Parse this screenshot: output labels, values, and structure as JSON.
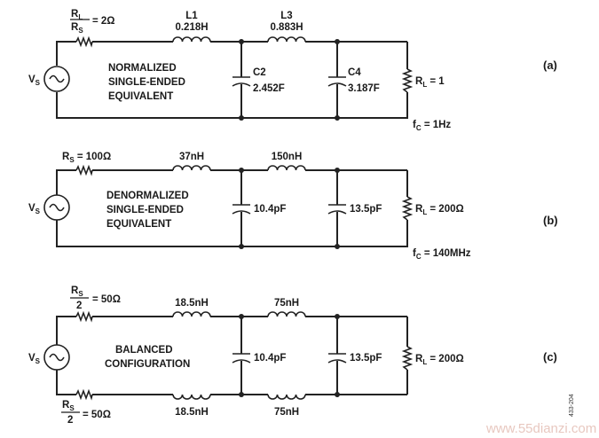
{
  "circuit_a": {
    "source": "V",
    "source_sub": "S",
    "series_r_num": "R",
    "series_r_num_sub": "L",
    "series_r_den": "R",
    "series_r_den_sub": "S",
    "series_r_value": "= 2Ω",
    "l1_name": "L1",
    "l1_value": "0.218H",
    "l3_name": "L3",
    "l3_value": "0.883H",
    "c2_name": "C2",
    "c2_value": "2.452F",
    "c4_name": "C4",
    "c4_value": "3.187F",
    "load_r": "R",
    "load_r_sub": "L",
    "load_value": " = 1",
    "desc_lines": [
      "NORMALIZED",
      "SINGLE-ENDED",
      "EQUIVALENT"
    ],
    "fc": "f",
    "fc_sub": "C",
    "fc_value": " = 1Hz",
    "tag": "(a)"
  },
  "circuit_b": {
    "source": "V",
    "source_sub": "S",
    "series_r": "R",
    "series_r_sub": "S",
    "series_r_value": " = 100Ω",
    "l1_value": "37nH",
    "l3_value": "150nH",
    "c2_value": "10.4pF",
    "c4_value": "13.5pF",
    "load_r": "R",
    "load_r_sub": "L",
    "load_value": " = 200Ω",
    "desc_lines": [
      "DENORMALIZED",
      "SINGLE-ENDED",
      "EQUIVALENT"
    ],
    "fc": "f",
    "fc_sub": "C",
    "fc_value": " = 140MHz",
    "tag": "(b)"
  },
  "circuit_c": {
    "source": "V",
    "source_sub": "S",
    "top_r_num": "R",
    "top_r_num_sub": "S",
    "top_r_den": "2",
    "top_r_value": " = 50Ω",
    "bot_r_num": "R",
    "bot_r_num_sub": "S",
    "bot_r_den": "2",
    "bot_r_value": " = 50Ω",
    "l1_top_value": "18.5nH",
    "l3_top_value": "75nH",
    "l1_bot_value": "18.5nH",
    "l3_bot_value": "75nH",
    "c2_value": "10.4pF",
    "c4_value": "13.5pF",
    "load_r": "R",
    "load_r_sub": "L",
    "load_value": " = 200Ω",
    "desc_lines": [
      "BALANCED",
      "CONFIGURATION"
    ],
    "tag": "(c)"
  },
  "figure_id": "433-204",
  "watermark": "www.55dianzi.com"
}
